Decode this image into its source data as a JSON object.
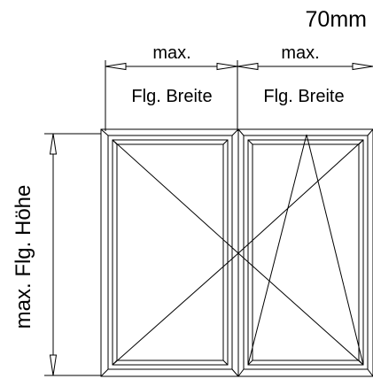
{
  "diagram": {
    "profile_label": "70mm",
    "sash_left": {
      "width_label_top": "max.",
      "width_label_bottom": "Flg. Breite",
      "opening": "turn (X pattern)"
    },
    "sash_right": {
      "width_label_top": "max.",
      "width_label_bottom": "Flg. Breite",
      "opening": "tilt-turn (X and triangle)"
    },
    "height_label": "max. Flg. Höhe",
    "colors": {
      "line": "#000000",
      "background": "#ffffff"
    }
  }
}
